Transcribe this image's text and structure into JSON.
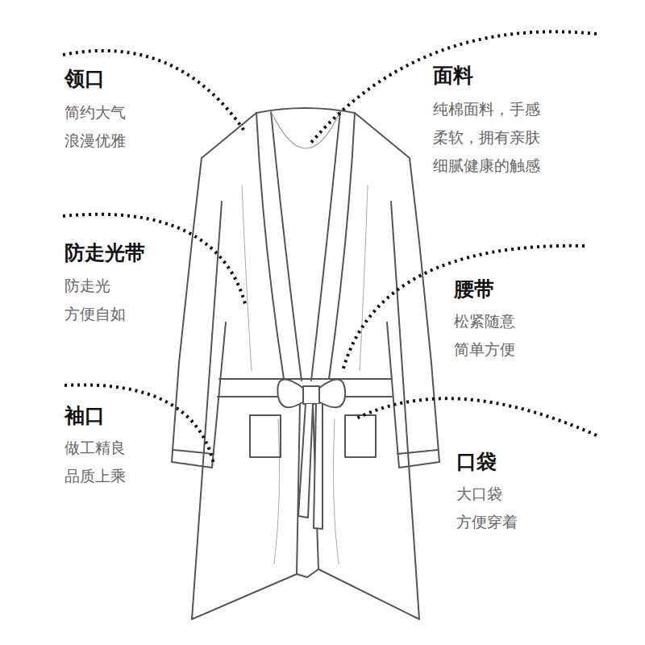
{
  "diagram": {
    "labels": [
      "领口",
      "简约大气 浪漫优雅",
      "面料",
      "纯棉面料，手感 柔软，拥有亲肤 细腻健康的触感",
      "防走光带",
      "防走光 方便自如",
      "腰带",
      "松紧随意 简单方便",
      "袖口",
      "做工精良 品质上乘",
      "口袋",
      "大口袋 方便穿着"
    ]
  }
}
